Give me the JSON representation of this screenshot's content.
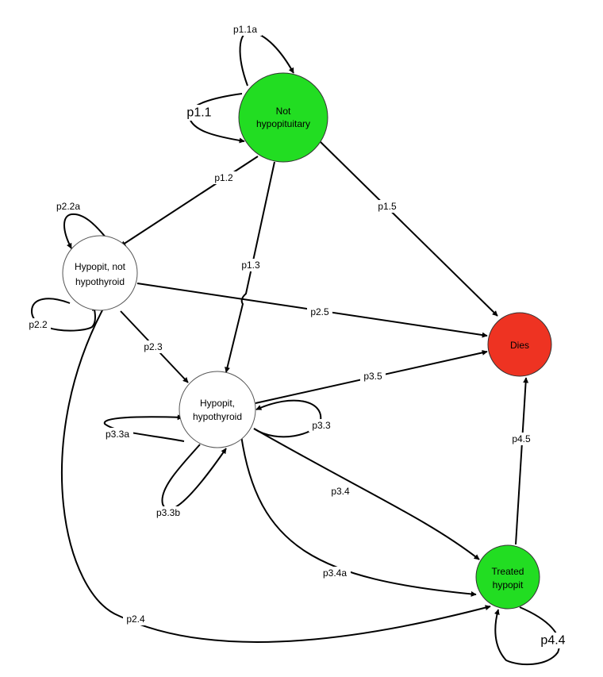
{
  "colors": {
    "not_hypopituitary": "#22dd22",
    "treated_hypopit": "#22dd22",
    "dies": "#ee3322",
    "plain_node": "#ffffff",
    "edge": "#000000"
  },
  "nodes": {
    "not_hypopituitary": [
      "Not",
      "hypopituitary"
    ],
    "hypopit_not_hypothyroid": [
      "Hypopit, not",
      "hypothyroid"
    ],
    "hypopit_hypothyroid": [
      "Hypopit,",
      "hypothyroid"
    ],
    "dies": [
      "Dies"
    ],
    "treated_hypopit": [
      "Treated",
      "hypopit"
    ]
  },
  "edges": {
    "p1_1a": "p1.1a",
    "p1_1": "p1.1",
    "p1_2": "p1.2",
    "p1_3": "p1.3",
    "p1_5": "p1.5",
    "p2_2a": "p2.2a",
    "p2_2": "p2.2",
    "p2_3": "p2.3",
    "p2_4": "p2.4",
    "p2_5": "p2.5",
    "p3_3": "p3.3",
    "p3_3a": "p3.3a",
    "p3_3b": "p3.3b",
    "p3_4": "p3.4",
    "p3_4a": "p3.4a",
    "p3_5": "p3.5",
    "p4_4": "p4.4",
    "p4_5": "p4.5"
  }
}
